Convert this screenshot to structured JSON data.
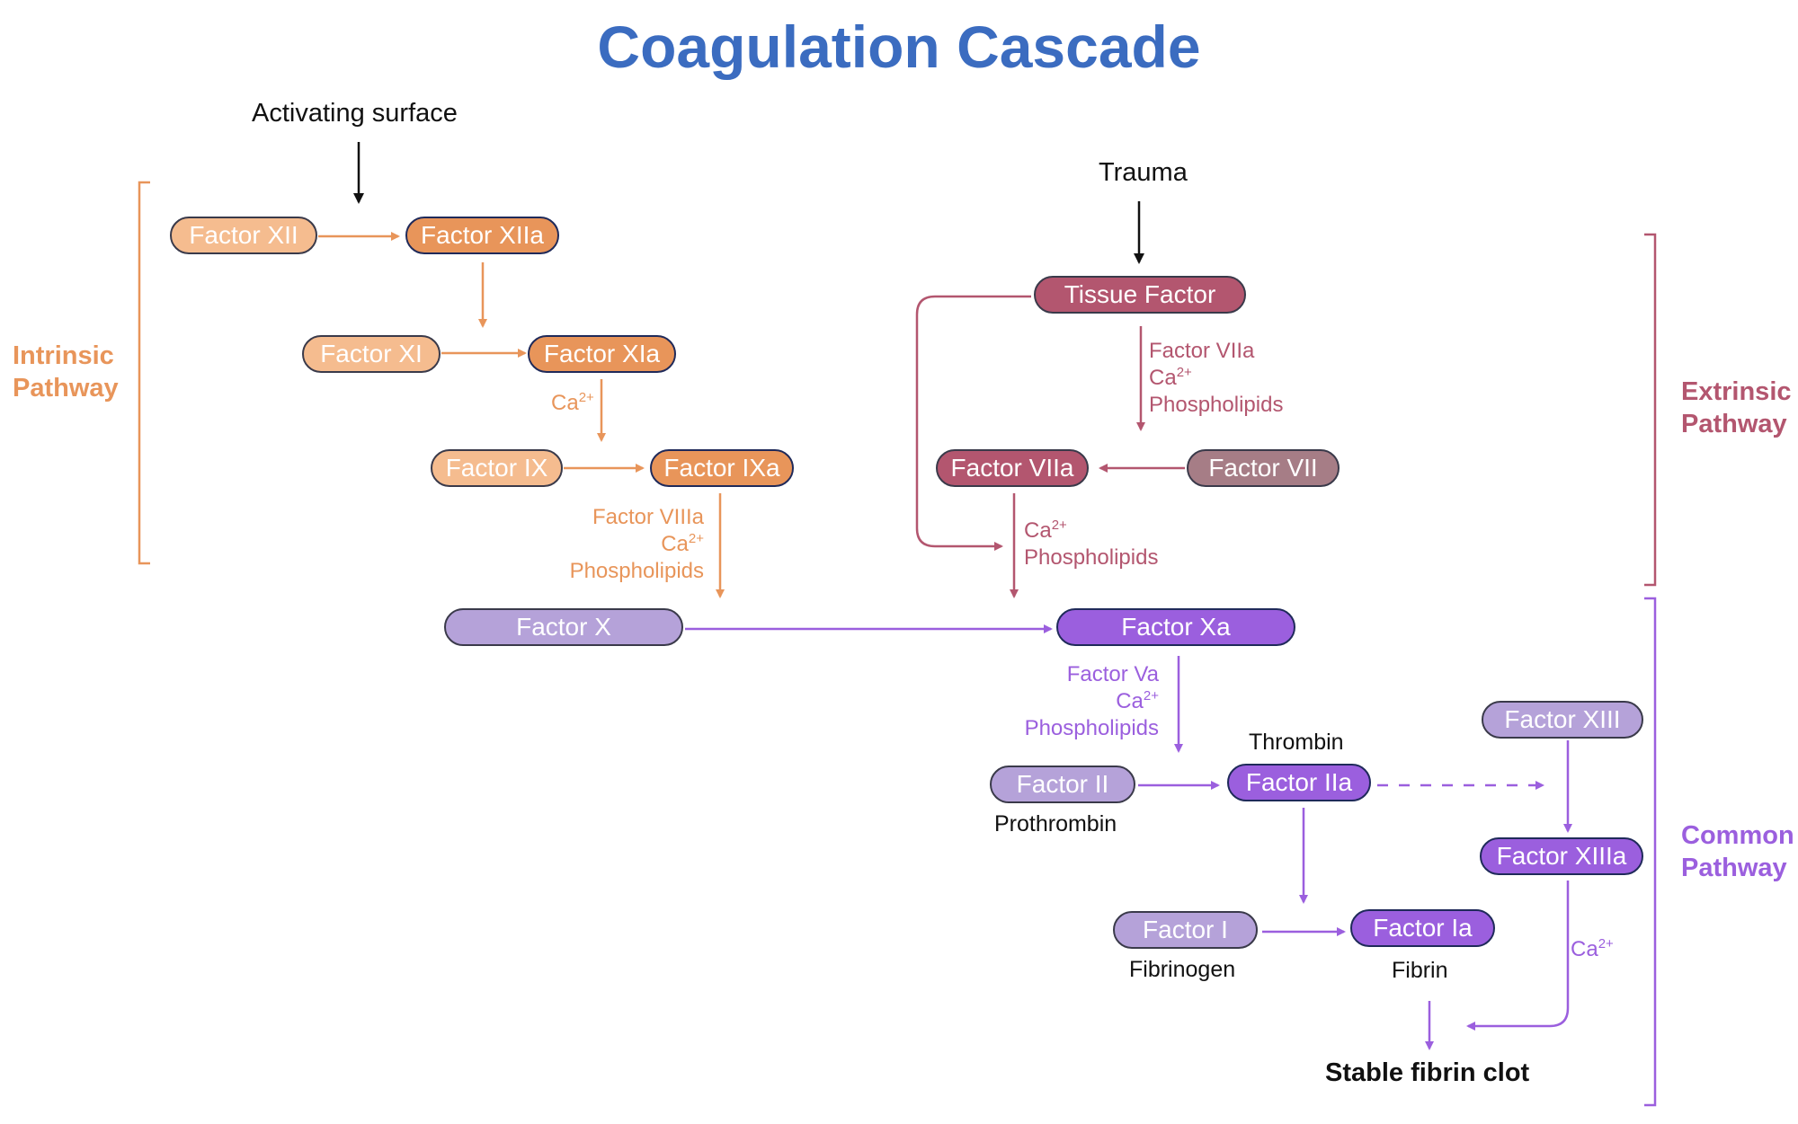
{
  "title": "Coagulation Cascade",
  "colors": {
    "intrinsic": "#e8955a",
    "extrinsic": "#b3566f",
    "common": "#9b5fde",
    "title": "#3b6cc0",
    "black": "#111111"
  },
  "inputs": {
    "activating_surface": "Activating surface",
    "trauma": "Trauma"
  },
  "intrinsic": {
    "label_line1": "Intrinsic",
    "label_line2": "Pathway",
    "factor_xii": "Factor XII",
    "factor_xiia": "Factor XIIa",
    "factor_xi": "Factor XI",
    "factor_xia": "Factor XIa",
    "factor_ix": "Factor IX",
    "factor_ixa": "Factor IXa",
    "ca_label": "Ca",
    "ca_sup": "2+",
    "cofactor_line1": "Factor VIIIa",
    "cofactor_ca": "Ca",
    "cofactor_sup": "2+",
    "cofactor_line3": "Phospholipids"
  },
  "extrinsic": {
    "label_line1": "Extrinsic",
    "label_line2": "Pathway",
    "tissue_factor": "Tissue Factor",
    "factor_viia": "Factor VIIa",
    "factor_vii": "Factor VII",
    "tf_cofactor_line1": "Factor VIIa",
    "tf_cofactor_ca": "Ca",
    "tf_cofactor_sup": "2+",
    "tf_cofactor_line3": "Phospholipids",
    "viia_cofactor_ca": "Ca",
    "viia_cofactor_sup": "2+",
    "viia_cofactor_line2": "Phospholipids"
  },
  "common": {
    "label_line1": "Common",
    "label_line2": "Pathway",
    "factor_x": "Factor X",
    "factor_xa": "Factor Xa",
    "xa_cofactor_line1": "Factor Va",
    "xa_cofactor_ca": "Ca",
    "xa_cofactor_sup": "2+",
    "xa_cofactor_line3": "Phospholipids",
    "factor_ii": "Factor II",
    "prothrombin": "Prothrombin",
    "factor_iia": "Factor IIa",
    "thrombin": "Thrombin",
    "factor_xiii": "Factor XIII",
    "factor_xiiia": "Factor XIIIa",
    "factor_i": "Factor I",
    "fibrinogen": "Fibrinogen",
    "factor_ia": "Factor Ia",
    "fibrin": "Fibrin",
    "xiiia_ca": "Ca",
    "xiiia_sup": "2+",
    "result": "Stable fibrin clot"
  }
}
